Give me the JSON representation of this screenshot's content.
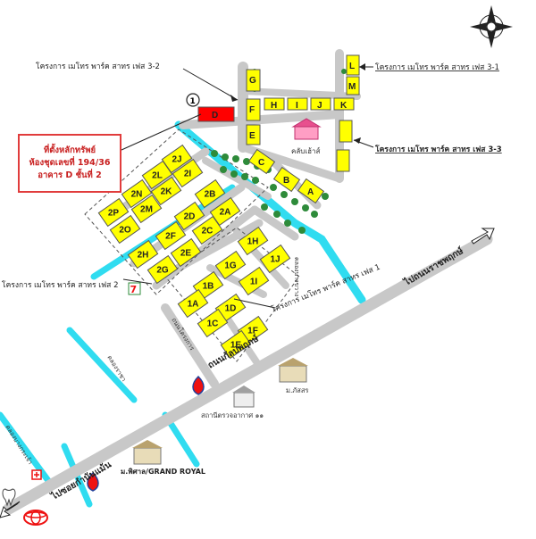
{
  "map": {
    "labels": {
      "phase_3_2": "โครงการ เมโทร พาร์ค สาทร เฟส 3-2",
      "phase_3_1": "โครงการ เมโทร พาร์ค สาทร เฟส 3-1",
      "phase_3_3": "โครงการ เมโทร พาร์ค สาทร เฟส 3-3",
      "phase_2": "โครงการ เมโทร พาร์ค สาทร เฟส 2",
      "phase_1": "โครงการ เมโทร พาร์ค สาทร เฟส 1",
      "clubhouse": "คลับเฮ้าส์",
      "canal_road": "คลองบางขวาง",
      "canal_lower": "คลองราชา",
      "canal_left": "คลองบางกระเจ้า",
      "road_inner": "ถนนกัลปพฤกษ์",
      "road_main": "ถนนกัลปพฤกษ์",
      "road_left": "ไปซอยกำนันแม้น",
      "road_right": "ไปถนนราชพฤกษ์",
      "road_metro": "ถนนโครงการ",
      "village_1": "ม.ภัสสร",
      "village_2": "ม.พิศาล/GRAND ROYAL",
      "school": "สถานีตรวจอากาศ ๑๑",
      "marker_num": "1"
    },
    "note": {
      "line1": "ที่ตั้งหลักทรัพย์",
      "line2": "ห้องชุดเลขที่ 194/36",
      "line3": "อาคาร D ชั้นที่ 2"
    },
    "buildings_top": [
      "G",
      "F",
      "E",
      "H",
      "I",
      "J",
      "K",
      "L",
      "M",
      "D",
      "C",
      "B",
      "A"
    ],
    "buildings_phase2": [
      "2J",
      "2L",
      "2I",
      "2N",
      "2K",
      "2P",
      "2M",
      "2B",
      "2O",
      "2D",
      "2A",
      "2C",
      "2H",
      "2F",
      "2E",
      "2G"
    ],
    "buildings_phase1": [
      "1H",
      "1J",
      "1G",
      "1I",
      "1B",
      "1D",
      "1A",
      "1C",
      "1F",
      "1E"
    ],
    "colors": {
      "building": "#ffff00",
      "target": "#ff0000",
      "road": "#c8c8c8",
      "canal": "#30dcf0",
      "text_red": "#c81e1e"
    }
  }
}
